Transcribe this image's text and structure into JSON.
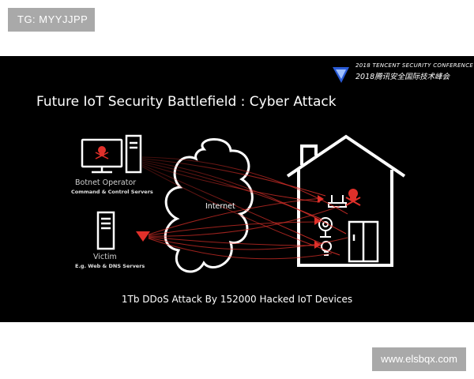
{
  "watermark_top": "TG: MYYJJPP",
  "watermark_bottom": "www.elsbqx.com",
  "conference": {
    "name_en": "2018 TENCENT SECURITY CONFERENCE",
    "name_cn": "2018腾讯安全国际技术峰会"
  },
  "slide": {
    "title": "Future IoT Security Battlefield : Cyber Attack",
    "botnet_label": "Botnet Operator",
    "botnet_sub": "Command & Control Servers",
    "victim_label": "Victim",
    "victim_sub": "E.g. Web & DNS Servers",
    "cloud_label": "Internet",
    "caption": "1Tb DDoS Attack By 152000 Hacked IoT Devices"
  },
  "colors": {
    "background": "#000000",
    "attack_arrow": "#e0302a",
    "skull": "#e0302a",
    "watermark_bg": "#a9a9a9"
  }
}
